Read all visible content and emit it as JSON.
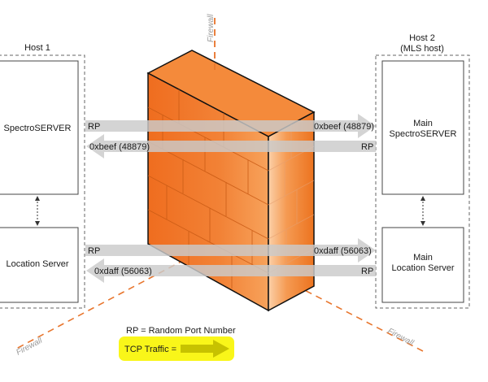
{
  "host1": {
    "title": "Host 1",
    "box_top": "SpectroSERVER",
    "box_bottom": "Location Server"
  },
  "host2": {
    "title": "Host 2",
    "subtitle": "(MLS host)",
    "box_top_line1": "Main",
    "box_top_line2": "SpectroSERVER",
    "box_bottom_line1": "Main",
    "box_bottom_line2": "Location Server"
  },
  "firewall_labels": {
    "top": "Firewall",
    "left": "Firewall",
    "right": "Firewall"
  },
  "arrows": [
    {
      "left_label": "RP",
      "right_label": "0xbeef (48879)",
      "direction": "right"
    },
    {
      "left_label": "0xbeef (48879)",
      "right_label": "RP",
      "direction": "left"
    },
    {
      "left_label": "RP",
      "right_label": "0xdaff (56063)",
      "direction": "right"
    },
    {
      "left_label": "0xdaff (56063)",
      "right_label": "RP",
      "direction": "left"
    }
  ],
  "legend": {
    "rp_definition": "RP = Random Port Number",
    "tcp_traffic": "TCP Traffic ="
  },
  "colors": {
    "firewall_front": "#f07a2a",
    "firewall_top": "#f4893a",
    "firewall_side": "#e06a1c",
    "firewall_line": "#e8762e",
    "arrow": "#c8c8c8",
    "legend_highlight": "#f8f500",
    "legend_arrow": "#c7c200"
  }
}
